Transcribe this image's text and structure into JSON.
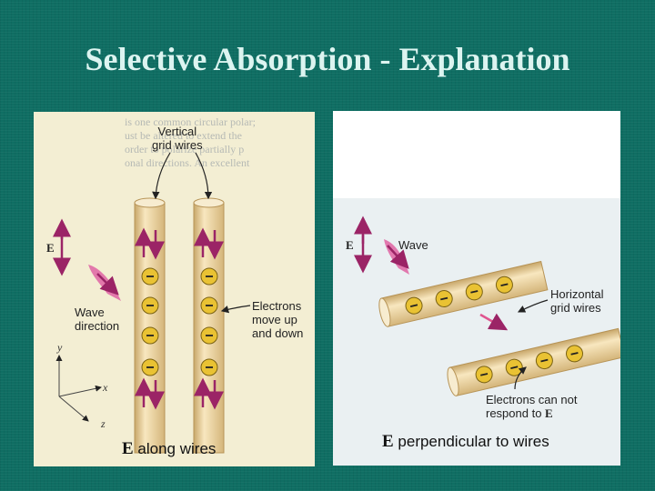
{
  "title": "Selective Absorption - Explanation",
  "left_panel": {
    "vertical_label": [
      "Vertical",
      "grid wires"
    ],
    "e_label": "E",
    "wave_label": [
      "Wave",
      "direction"
    ],
    "electrons_label": [
      "Electrons",
      "move up",
      "and down"
    ],
    "axis": {
      "y": "y",
      "x": "x",
      "z": "z"
    },
    "caption_bold": "E",
    "caption_text": " along wires"
  },
  "right_panel": {
    "e_label": "E",
    "wave_label": "Wave",
    "horizontal_label": [
      "Horizontal",
      "grid wires"
    ],
    "electrons_label_line1": "Electrons can not",
    "electrons_label_line2_prefix": "respond to ",
    "electrons_label_line2_bold": "E",
    "caption_bold": "E",
    "caption_text": " perpendicular to wires"
  },
  "colors": {
    "background": "#0f6e63",
    "title": "#dcf4f0",
    "wire": "#f2dcae",
    "electron": "#e9c233",
    "arrow": "#9b2466",
    "wave": "#e06aa6"
  }
}
